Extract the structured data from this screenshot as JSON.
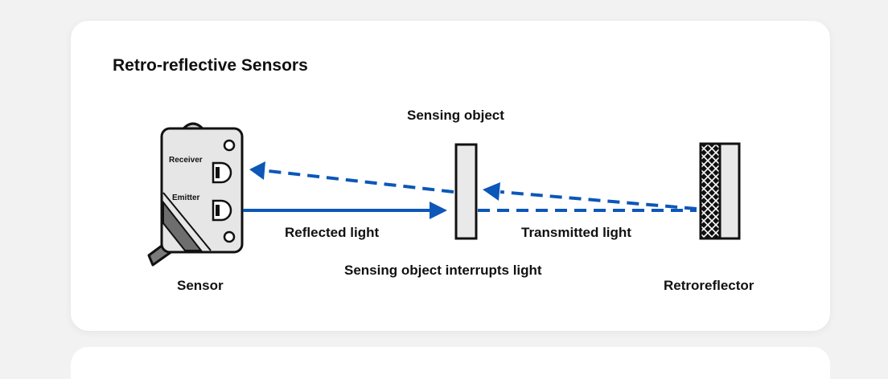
{
  "title": "Retro-reflective Sensors",
  "labels": {
    "sensing_object": "Sensing object",
    "receiver": "Receiver",
    "emitter": "Emitter",
    "reflected_light": "Reflected light",
    "transmitted_light": "Transmitted light",
    "interrupts": "Sensing object interrupts light",
    "sensor": "Sensor",
    "retroreflector": "Retroreflector"
  },
  "colors": {
    "beam": "#0c57b8",
    "outline": "#111111",
    "body_fill": "#e6e6e6",
    "panel_fill": "#e9e9e9"
  }
}
